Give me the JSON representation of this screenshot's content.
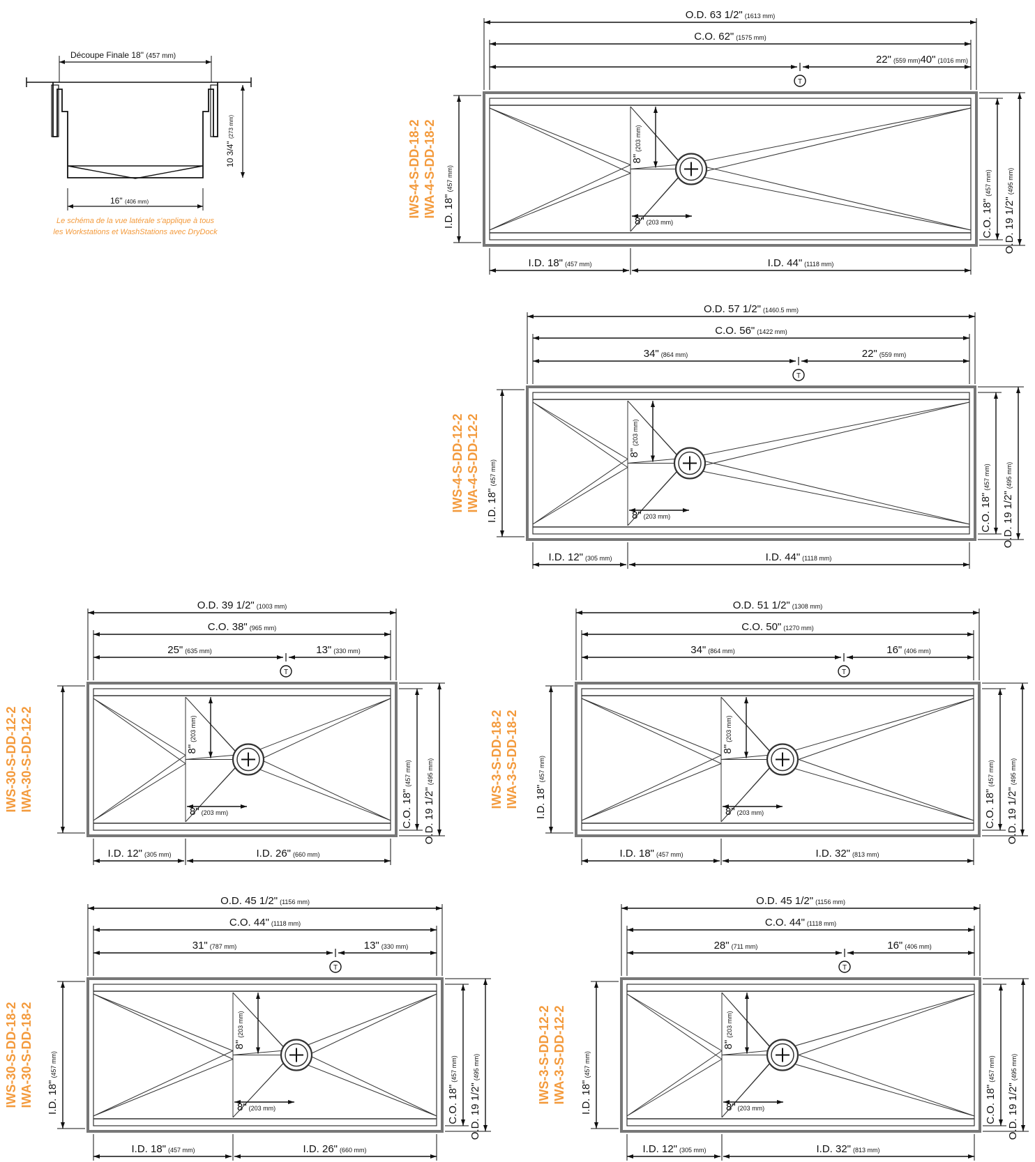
{
  "colors": {
    "accent": "#f39a3c",
    "line": "#111111",
    "sink_border": "#777777"
  },
  "side_view": {
    "top_label": "Découpe Finale 18\"",
    "top_mm": "(457 mm)",
    "height_label": "10 3/4\"",
    "height_mm": "(273 mm)",
    "bottom_label": "16\"",
    "bottom_mm": "(406 mm)",
    "note_line1": "Le schéma de la vue latérale s'applique à tous",
    "note_line2": "les Workstations et WashStations avec DryDock"
  },
  "sinks": [
    {
      "models": [
        "IWS-4-S-DD-18-2",
        "IWA-4-S-DD-18-2"
      ],
      "od": "O.D. 63 1/2\"",
      "od_mm": "(1613 mm)",
      "co": "C.O. 62\"",
      "co_mm": "(1575 mm)",
      "left_seg": "",
      "left_seg_mm": "",
      "right_seg": "22\"",
      "right_seg_mm": "(559 mm)",
      "extra_seg": "40\"",
      "extra_seg_mm": "(1016 mm)",
      "tap": "T",
      "id_height": "I.D. 18\"",
      "id_height_mm": "(457 mm)",
      "co_height": "C.O. 18\"",
      "co_height_mm": "(457 mm)",
      "od_height": "O.D. 19 1/2\"",
      "od_height_mm": "(495 mm)",
      "drain_v": "8\"",
      "drain_v_mm": "(203 mm)",
      "drain_h": "8\"",
      "drain_h_mm": "(203 mm)",
      "id_left": "I.D. 18\"",
      "id_left_mm": "(457 mm)",
      "id_right": "I.D. 44\"",
      "id_right_mm": "(1118 mm)"
    },
    {
      "models": [
        "IWS-4-S-DD-12-2",
        "IWA-4-S-DD-12-2"
      ],
      "od": "O.D. 57 1/2\"",
      "od_mm": "(1460.5 mm)",
      "co": "C.O. 56\"",
      "co_mm": "(1422 mm)",
      "left_seg": "34\"",
      "left_seg_mm": "(864 mm)",
      "right_seg": "22\"",
      "right_seg_mm": "(559 mm)",
      "tap": "T",
      "id_height": "I.D. 18\"",
      "id_height_mm": "(457 mm)",
      "co_height": "C.O. 18\"",
      "co_height_mm": "(457 mm)",
      "od_height": "O.D. 19 1/2\"",
      "od_height_mm": "(495 mm)",
      "drain_v": "8\"",
      "drain_v_mm": "(203 mm)",
      "drain_h": "8\"",
      "drain_h_mm": "(203 mm)",
      "id_left": "I.D. 12\"",
      "id_left_mm": "(305 mm)",
      "id_right": "I.D. 44\"",
      "id_right_mm": "(1118 mm)"
    },
    {
      "models": [
        "IWS-30-S-DD-12-2",
        "IWA-30-S-DD-12-2"
      ],
      "od": "O.D. 39 1/2\"",
      "od_mm": "(1003 mm)",
      "co": "C.O. 38\"",
      "co_mm": "(965 mm)",
      "left_seg": "25\"",
      "left_seg_mm": "(635 mm)",
      "right_seg": "13\"",
      "right_seg_mm": "(330 mm)",
      "tap": "T",
      "id_height": "",
      "id_height_mm": "",
      "co_height": "C.O. 18\"",
      "co_height_mm": "(457 mm)",
      "od_height": "O.D. 19 1/2\"",
      "od_height_mm": "(495 mm)",
      "drain_v": "8\"",
      "drain_v_mm": "(203 mm)",
      "drain_h": "8\"",
      "drain_h_mm": "(203 mm)",
      "id_left": "I.D. 12\"",
      "id_left_mm": "(305 mm)",
      "id_right": "I.D. 26\"",
      "id_right_mm": "(660 mm)"
    },
    {
      "models": [
        "IWS-3-S-DD-18-2",
        "IWA-3-S-DD-18-2"
      ],
      "od": "O.D. 51 1/2\"",
      "od_mm": "(1308 mm)",
      "co": "C.O. 50\"",
      "co_mm": "(1270 mm)",
      "left_seg": "34\"",
      "left_seg_mm": "(864 mm)",
      "right_seg": "16\"",
      "right_seg_mm": "(406 mm)",
      "tap": "T",
      "id_height": "I.D. 18\"",
      "id_height_mm": "(457 mm)",
      "co_height": "C.O. 18\"",
      "co_height_mm": "(457 mm)",
      "od_height": "O.D. 19 1/2\"",
      "od_height_mm": "(495 mm)",
      "drain_v": "8\"",
      "drain_v_mm": "(203 mm)",
      "drain_h": "8\"",
      "drain_h_mm": "(203 mm)",
      "id_left": "I.D. 18\"",
      "id_left_mm": "(457 mm)",
      "id_right": "I.D. 32\"",
      "id_right_mm": "(813 mm)"
    },
    {
      "models": [
        "IWS-30-S-DD-18-2",
        "IWA-30-S-DD-18-2"
      ],
      "od": "O.D. 45 1/2\"",
      "od_mm": "(1156 mm)",
      "co": "C.O. 44\"",
      "co_mm": "(1118 mm)",
      "left_seg": "31\"",
      "left_seg_mm": "(787 mm)",
      "right_seg": "13\"",
      "right_seg_mm": "(330 mm)",
      "tap": "T",
      "id_height": "I.D. 18\"",
      "id_height_mm": "(457 mm)",
      "co_height": "C.O. 18\"",
      "co_height_mm": "(457 mm)",
      "od_height": "O.D. 19 1/2\"",
      "od_height_mm": "(495 mm)",
      "drain_v": "8\"",
      "drain_v_mm": "(203 mm)",
      "drain_h": "8\"",
      "drain_h_mm": "(203 mm)",
      "id_left": "I.D. 18\"",
      "id_left_mm": "(457 mm)",
      "id_right": "I.D. 26\"",
      "id_right_mm": "(660 mm)"
    },
    {
      "models": [
        "IWS-3-S-DD-12-2",
        "IWA-3-S-DD-12-2"
      ],
      "od": "O.D. 45 1/2\"",
      "od_mm": "(1156 mm)",
      "co": "C.O. 44\"",
      "co_mm": "(1118 mm)",
      "left_seg": "28\"",
      "left_seg_mm": "(711 mm)",
      "right_seg": "16\"",
      "right_seg_mm": "(406 mm)",
      "tap": "T",
      "id_height": "I.D. 18\"",
      "id_height_mm": "(457 mm)",
      "co_height": "C.O. 18\"",
      "co_height_mm": "(457 mm)",
      "od_height": "O.D. 19 1/2\"",
      "od_height_mm": "(495 mm)",
      "drain_v": "8\"",
      "drain_v_mm": "(203 mm)",
      "drain_h": "8\"",
      "drain_h_mm": "(203 mm)",
      "id_left": "I.D. 12\"",
      "id_left_mm": "(305 mm)",
      "id_right": "I.D. 32\"",
      "id_right_mm": "(813 mm)"
    }
  ]
}
